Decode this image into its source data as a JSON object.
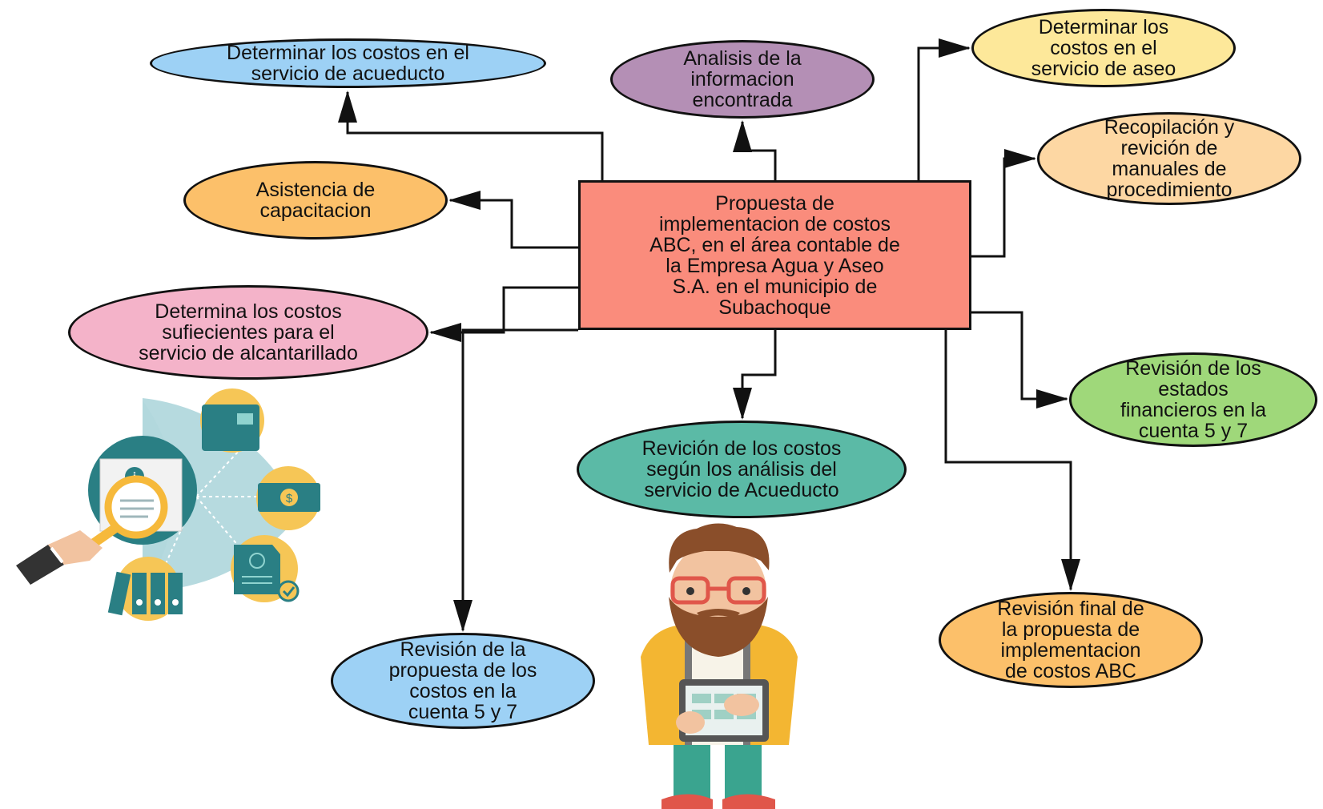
{
  "diagram": {
    "center": {
      "text": "Propuesta de\nimplementacion de costos\nABC, en el área contable de\nla Empresa Agua y Aseo\nS.A. en el municipio de\nSubachoque",
      "color": "#fa8c7c"
    },
    "nodes": [
      {
        "id": "acueducto",
        "text": "Determinar los costos en el\nservicio de acueducto",
        "color": "#9dd1f5"
      },
      {
        "id": "analisis",
        "text": "Analisis de la\ninformacion\nencontrada",
        "color": "#b48fb5"
      },
      {
        "id": "aseo",
        "text": "Determinar los\ncostos en el\nservicio de aseo",
        "color": "#fde89a"
      },
      {
        "id": "capacitacion",
        "text": "Asistencia de\ncapacitacion",
        "color": "#fcc06a"
      },
      {
        "id": "manuales",
        "text": "Recopilación y\nrevición de\nmanuales de\nprocedimiento",
        "color": "#fdd7a3"
      },
      {
        "id": "alcantarillado",
        "text": "Determina los costos\nsufiecientes para el\nservicio de alcantarillado",
        "color": "#f4b3c9"
      },
      {
        "id": "estados",
        "text": "Revisión de los\nestados\nfinancieros en la\ncuenta 5 y 7",
        "color": "#9fd87a"
      },
      {
        "id": "revicion-acueducto",
        "text": "Revición de los costos\nsegún los análisis del\nservicio de Acueducto",
        "color": "#5bbaa6"
      },
      {
        "id": "revision-propuesta",
        "text": "Revisión de la\npropuesta de los\ncostos en la\ncuenta 5 y 7",
        "color": "#9dd1f5"
      },
      {
        "id": "revision-final",
        "text": "Revisión final de\nla propuesta de\nimplementacion\nde costos ABC",
        "color": "#fcc06a"
      }
    ]
  },
  "illustrations": [
    {
      "name": "document-analysis-illustration",
      "icons": [
        "magnifier-icon",
        "info-icon",
        "wallet-icon",
        "money-icon",
        "binders-icon",
        "certificate-icon",
        "hand-icon"
      ]
    },
    {
      "name": "bearded-man-with-tablet-illustration"
    }
  ]
}
